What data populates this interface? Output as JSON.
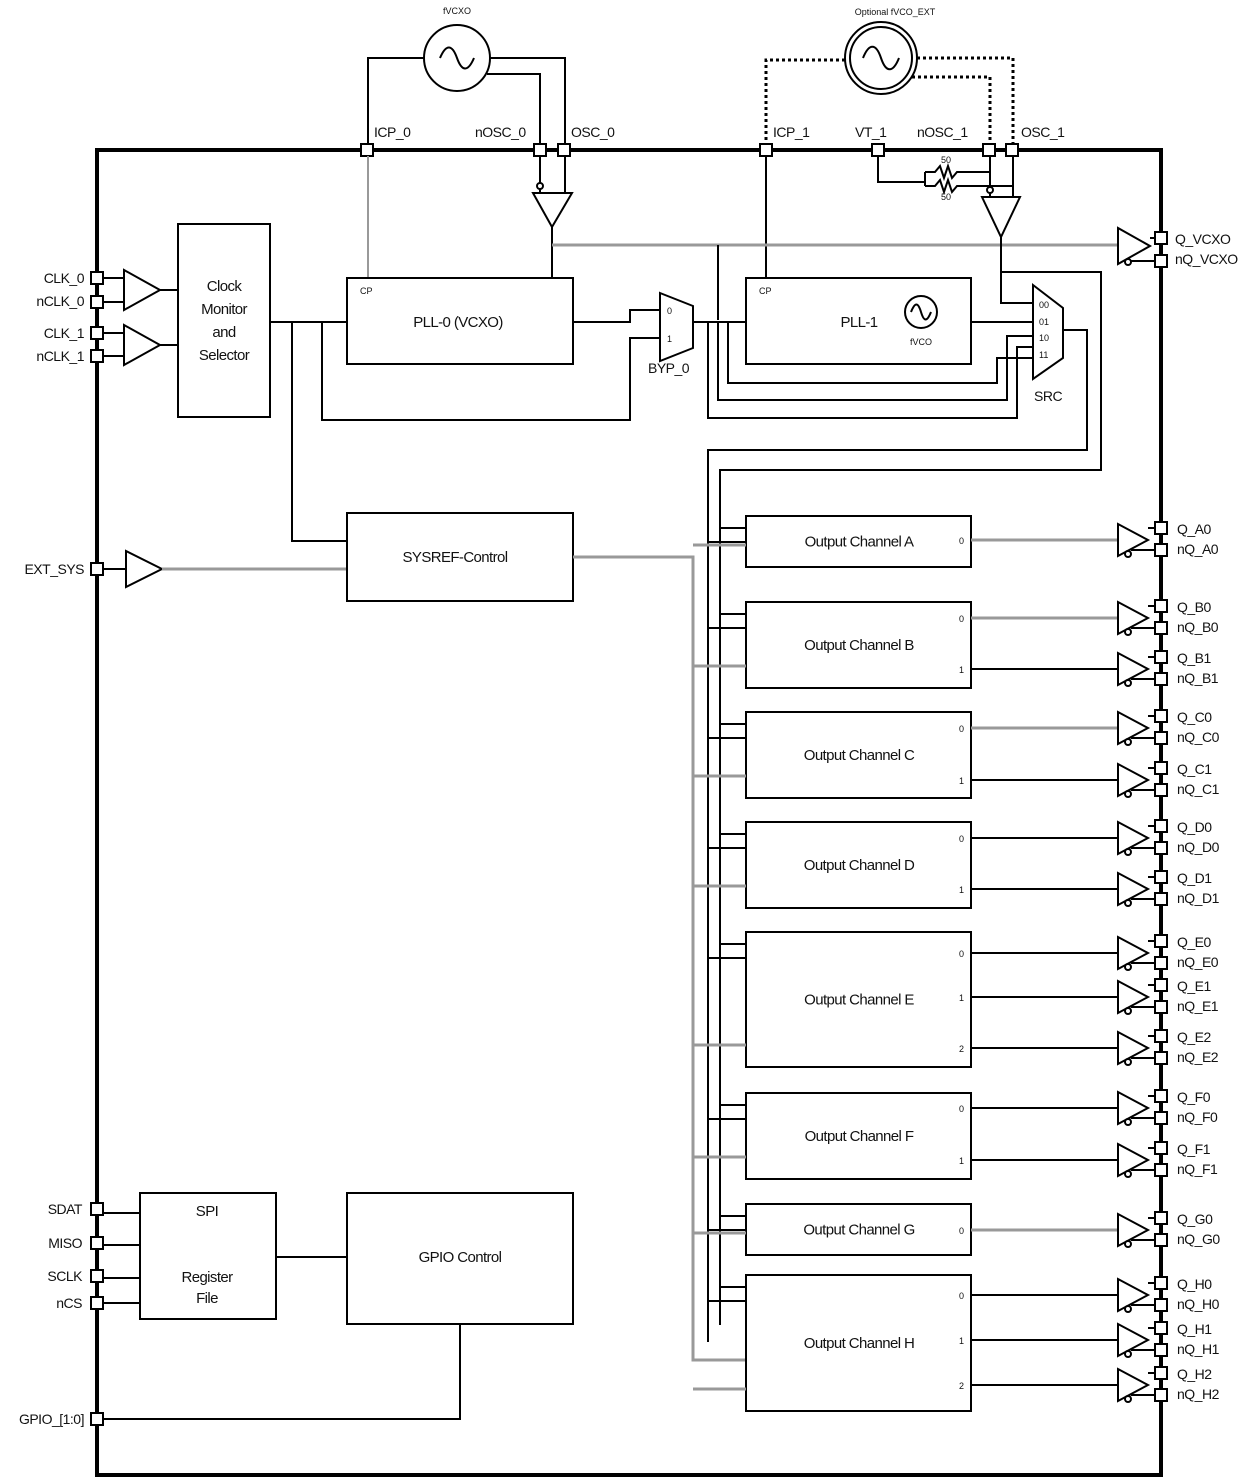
{
  "oscillators": {
    "vcxo_label": "fVCXO",
    "vcxo_ext_label": "Optional fVCO_EXT"
  },
  "top_pins": {
    "icp0": "ICP_0",
    "nosc0": "nOSC_0",
    "osc0": "OSC_0",
    "icp1": "ICP_1",
    "vt1": "VT_1",
    "nosc1": "nOSC_1",
    "osc1": "OSC_1"
  },
  "resistors": [
    "50",
    "50"
  ],
  "left_pins": {
    "clk0": "CLK_0",
    "nclk0": "nCLK_0",
    "clk1": "CLK_1",
    "nclk1": "nCLK_1",
    "ext_sys": "EXT_SYS",
    "sdat": "SDAT",
    "miso": "MISO",
    "sclk": "SCLK",
    "ncs": "nCS",
    "gpio": "GPIO_[1:0]"
  },
  "blocks": {
    "clock_monitor": [
      "Clock",
      "Monitor",
      "and",
      "Selector"
    ],
    "pll0": "PLL-0 (VCXO)",
    "pll0_cp": "CP",
    "pll1": "PLL-1",
    "pll1_cp": "CP",
    "pll1_vco": "fVCO",
    "byp0": "BYP_0",
    "byp0_inputs": [
      "0",
      "1"
    ],
    "src": "SRC",
    "src_inputs": [
      "00",
      "01",
      "10",
      "11"
    ],
    "sysref": "SYSREF-Control",
    "spi": "SPI",
    "register_file": [
      "Register",
      "File"
    ],
    "gpio_control": "GPIO Control"
  },
  "vcxo_out": {
    "q": "Q_VCXO",
    "nq": "nQ_VCXO"
  },
  "channels": [
    {
      "name": "Output Channel A",
      "outputs": [
        {
          "idx": "0",
          "q": "Q_A0",
          "nq": "nQ_A0"
        }
      ]
    },
    {
      "name": "Output Channel B",
      "outputs": [
        {
          "idx": "0",
          "q": "Q_B0",
          "nq": "nQ_B0"
        },
        {
          "idx": "1",
          "q": "Q_B1",
          "nq": "nQ_B1"
        }
      ]
    },
    {
      "name": "Output Channel C",
      "outputs": [
        {
          "idx": "0",
          "q": "Q_C0",
          "nq": "nQ_C0"
        },
        {
          "idx": "1",
          "q": "Q_C1",
          "nq": "nQ_C1"
        }
      ]
    },
    {
      "name": "Output Channel D",
      "outputs": [
        {
          "idx": "0",
          "q": "Q_D0",
          "nq": "nQ_D0"
        },
        {
          "idx": "1",
          "q": "Q_D1",
          "nq": "nQ_D1"
        }
      ]
    },
    {
      "name": "Output Channel E",
      "outputs": [
        {
          "idx": "0",
          "q": "Q_E0",
          "nq": "nQ_E0"
        },
        {
          "idx": "1",
          "q": "Q_E1",
          "nq": "nQ_E1"
        },
        {
          "idx": "2",
          "q": "Q_E2",
          "nq": "nQ_E2"
        }
      ]
    },
    {
      "name": "Output Channel F",
      "outputs": [
        {
          "idx": "0",
          "q": "Q_F0",
          "nq": "nQ_F0"
        },
        {
          "idx": "1",
          "q": "Q_F1",
          "nq": "nQ_F1"
        }
      ]
    },
    {
      "name": "Output Channel G",
      "outputs": [
        {
          "idx": "0",
          "q": "Q_G0",
          "nq": "nQ_G0"
        }
      ]
    },
    {
      "name": "Output Channel H",
      "outputs": [
        {
          "idx": "0",
          "q": "Q_H0",
          "nq": "nQ_H0"
        },
        {
          "idx": "1",
          "q": "Q_H1",
          "nq": "nQ_H1"
        },
        {
          "idx": "2",
          "q": "Q_H2",
          "nq": "nQ_H2"
        }
      ]
    }
  ]
}
